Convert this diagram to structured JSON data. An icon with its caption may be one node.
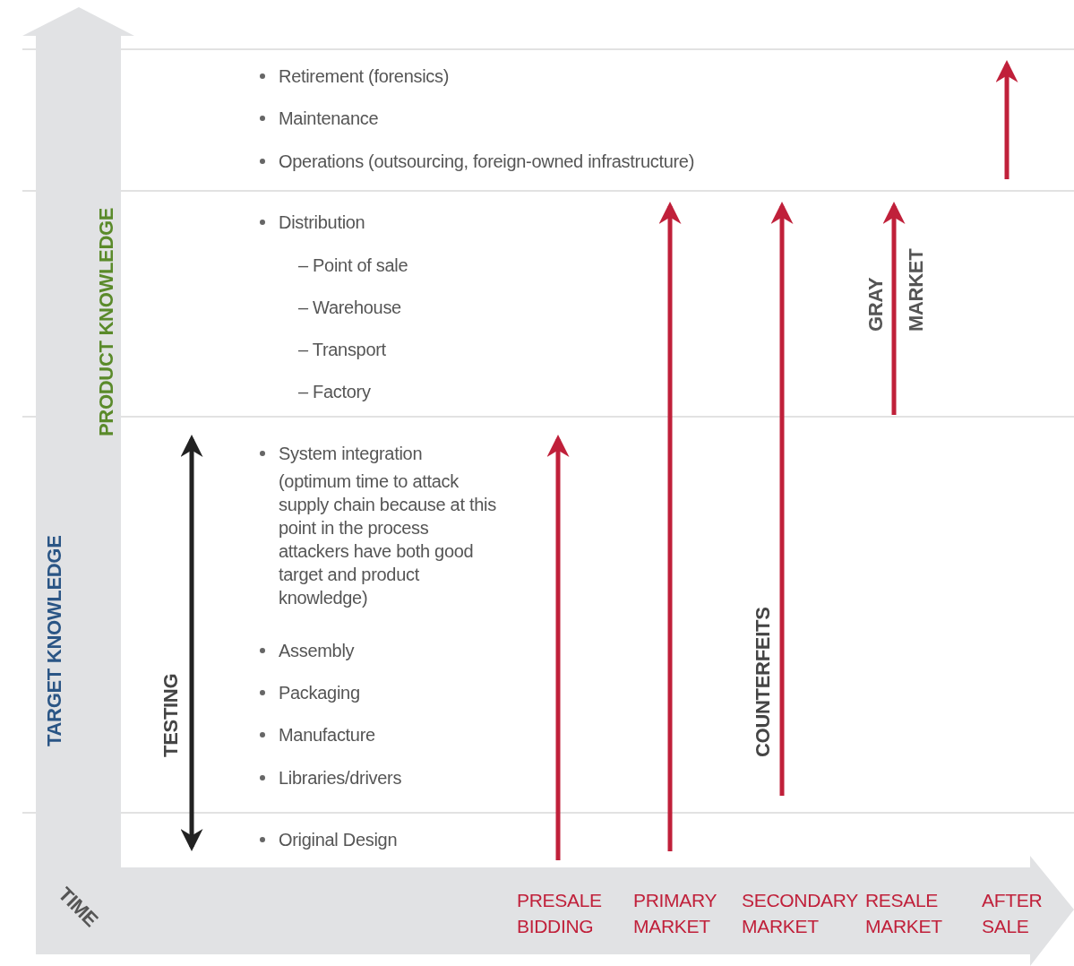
{
  "diagram": {
    "labels": [
      "PRODUCT KNOWLEDGE",
      "TARGET KNOWLEDGE",
      "Retirement (forensics)",
      "Maintenance",
      "Operations (outsourcing, foreign-owned infrastructure)",
      "Distribution",
      "– Point of sale",
      "– Warehouse",
      "– Transport",
      "– Factory",
      "GRAY",
      "MARKET",
      "System integration",
      "(optimum time to attack supply chain because at this point in the process attackers have both good target and product knowledge)",
      "Assembly",
      "Packaging",
      "Manufacture",
      "Libraries/drivers",
      "TESTING",
      "COUNTERFEITS",
      "Original Design",
      "TIME",
      "PRESALE BIDDING",
      "PRIMARY MARKET",
      "SECONDARY MARKET",
      "RESALE MARKET",
      "AFTER SALE"
    ]
  }
}
